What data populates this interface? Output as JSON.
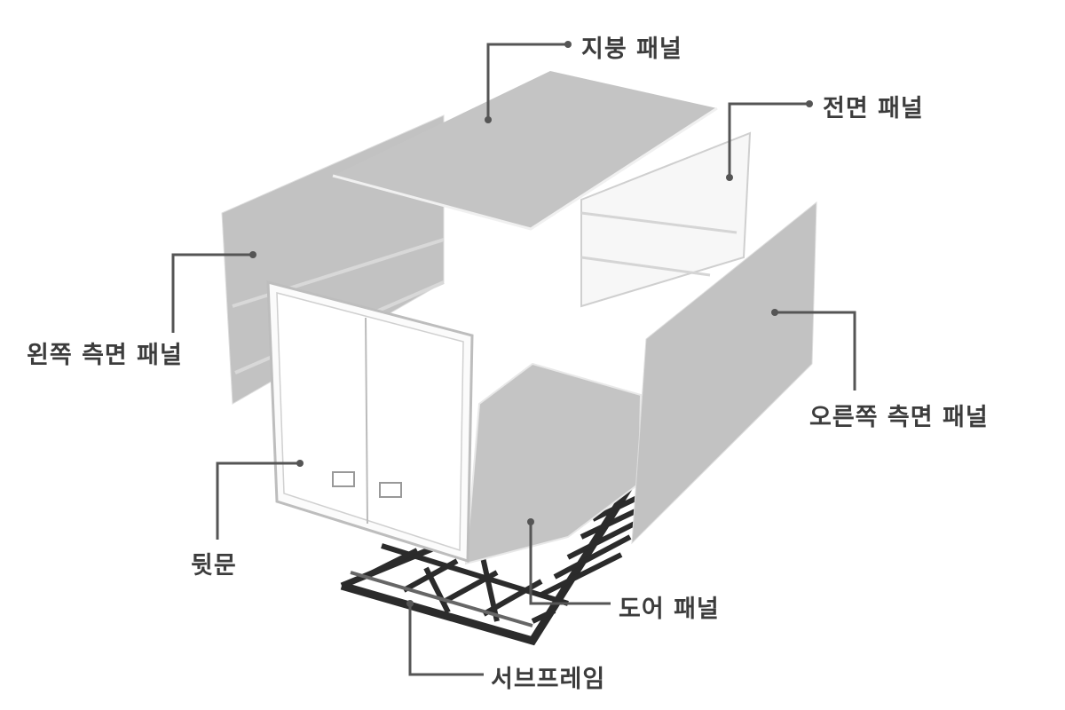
{
  "labels": {
    "roof": "지붕 패널",
    "front": "전면 패널",
    "left_side": "왼쪽 측면 패널",
    "right_side": "오른쪽 측면 패널",
    "rear_door": "뒷문",
    "door_panel": "도어 패널",
    "subframe": "서브프레임"
  },
  "colors": {
    "panel": "#c4c4c4",
    "leader": "#555555",
    "frame": "#2b2b2b",
    "text": "#3c3c3c"
  }
}
